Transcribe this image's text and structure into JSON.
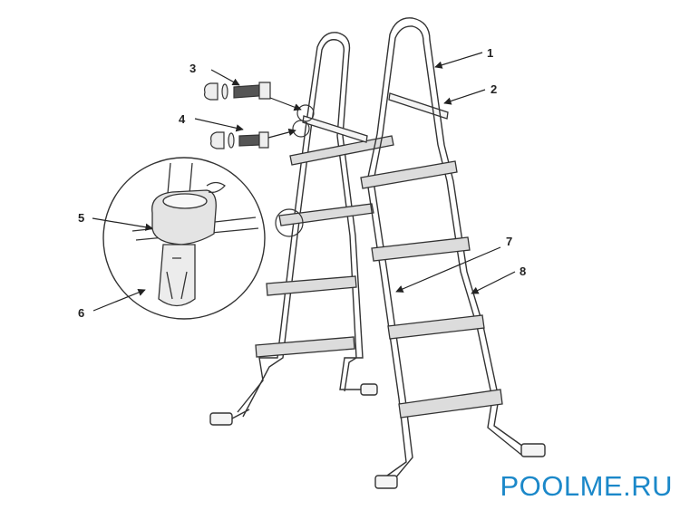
{
  "callouts": [
    {
      "number": "1"
    },
    {
      "number": "2"
    },
    {
      "number": "3"
    },
    {
      "number": "4"
    },
    {
      "number": "5"
    },
    {
      "number": "6"
    },
    {
      "number": "7"
    },
    {
      "number": "8"
    }
  ],
  "watermark": "POOLME.RU",
  "colors": {
    "line": "#333333",
    "step_fill": "#dcdcdc",
    "rail_fill": "#f4f4f4",
    "watermark": "#1b88c9"
  }
}
